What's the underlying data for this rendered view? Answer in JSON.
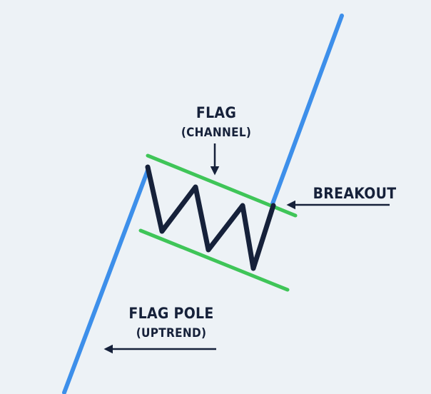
{
  "labels": {
    "flag_title": "FLAG",
    "flag_subtitle": "(CHANNEL)",
    "breakout": "BREAKOUT",
    "pole_title": "FLAG POLE",
    "pole_subtitle": "(UPTREND)"
  },
  "colors": {
    "background": "#edf2f6",
    "pole_line": "#3d8fea",
    "channel_lines": "#3fc558",
    "price_zigzag": "#16213a",
    "text_and_arrows": "#16213a"
  },
  "icons": {
    "flag_arrow": "arrow-down",
    "breakout_arrow": "arrow-left",
    "pole_arrow": "arrow-left"
  }
}
